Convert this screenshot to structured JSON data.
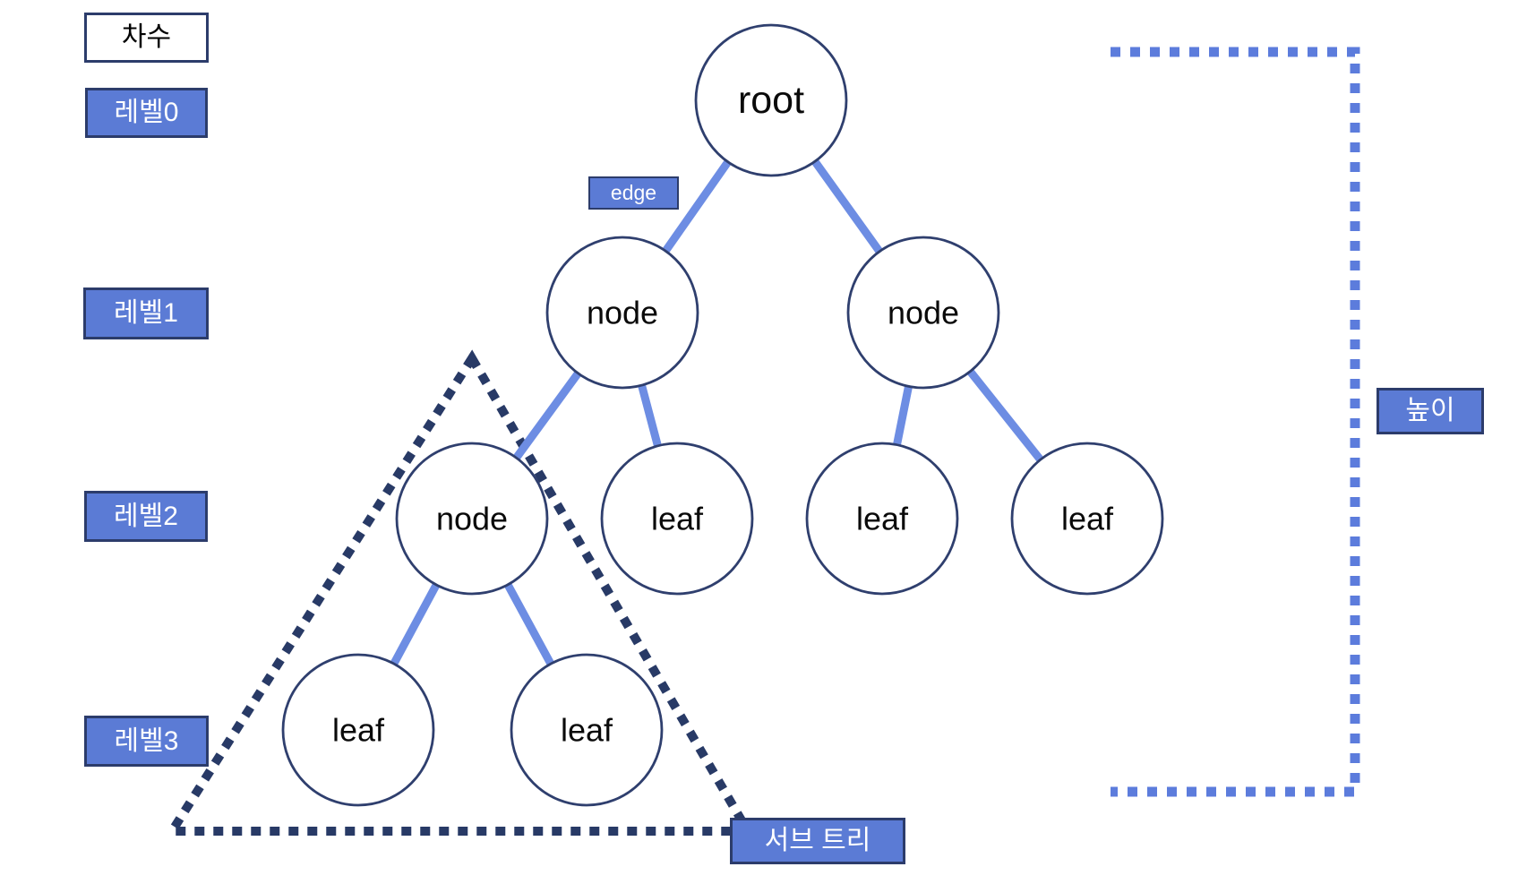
{
  "labels": {
    "degree": "차수",
    "level0": "레벨0",
    "level1": "레벨1",
    "level2": "레벨2",
    "level3": "레벨3",
    "edge": "edge",
    "height": "높이",
    "subtree": "서브 트리"
  },
  "tree": {
    "nodes": [
      {
        "id": "root",
        "label": "root",
        "level": 0
      },
      {
        "id": "node-1-left",
        "label": "node",
        "level": 1
      },
      {
        "id": "node-1-right",
        "label": "node",
        "level": 1
      },
      {
        "id": "node-2-subtree-root",
        "label": "node",
        "level": 2
      },
      {
        "id": "leaf-2-a",
        "label": "leaf",
        "level": 2
      },
      {
        "id": "leaf-2-b",
        "label": "leaf",
        "level": 2
      },
      {
        "id": "leaf-2-c",
        "label": "leaf",
        "level": 2
      },
      {
        "id": "leaf-3-a",
        "label": "leaf",
        "level": 3
      },
      {
        "id": "leaf-3-b",
        "label": "leaf",
        "level": 3
      }
    ]
  },
  "colors": {
    "label_fill": "#5b7bd5",
    "dark_border": "#2c3c6b",
    "circle_stroke": "#2f3f6e",
    "edge_line": "#6d8de3",
    "subtree_outline": "#283a66",
    "height_bracket": "#5c7cdc"
  }
}
